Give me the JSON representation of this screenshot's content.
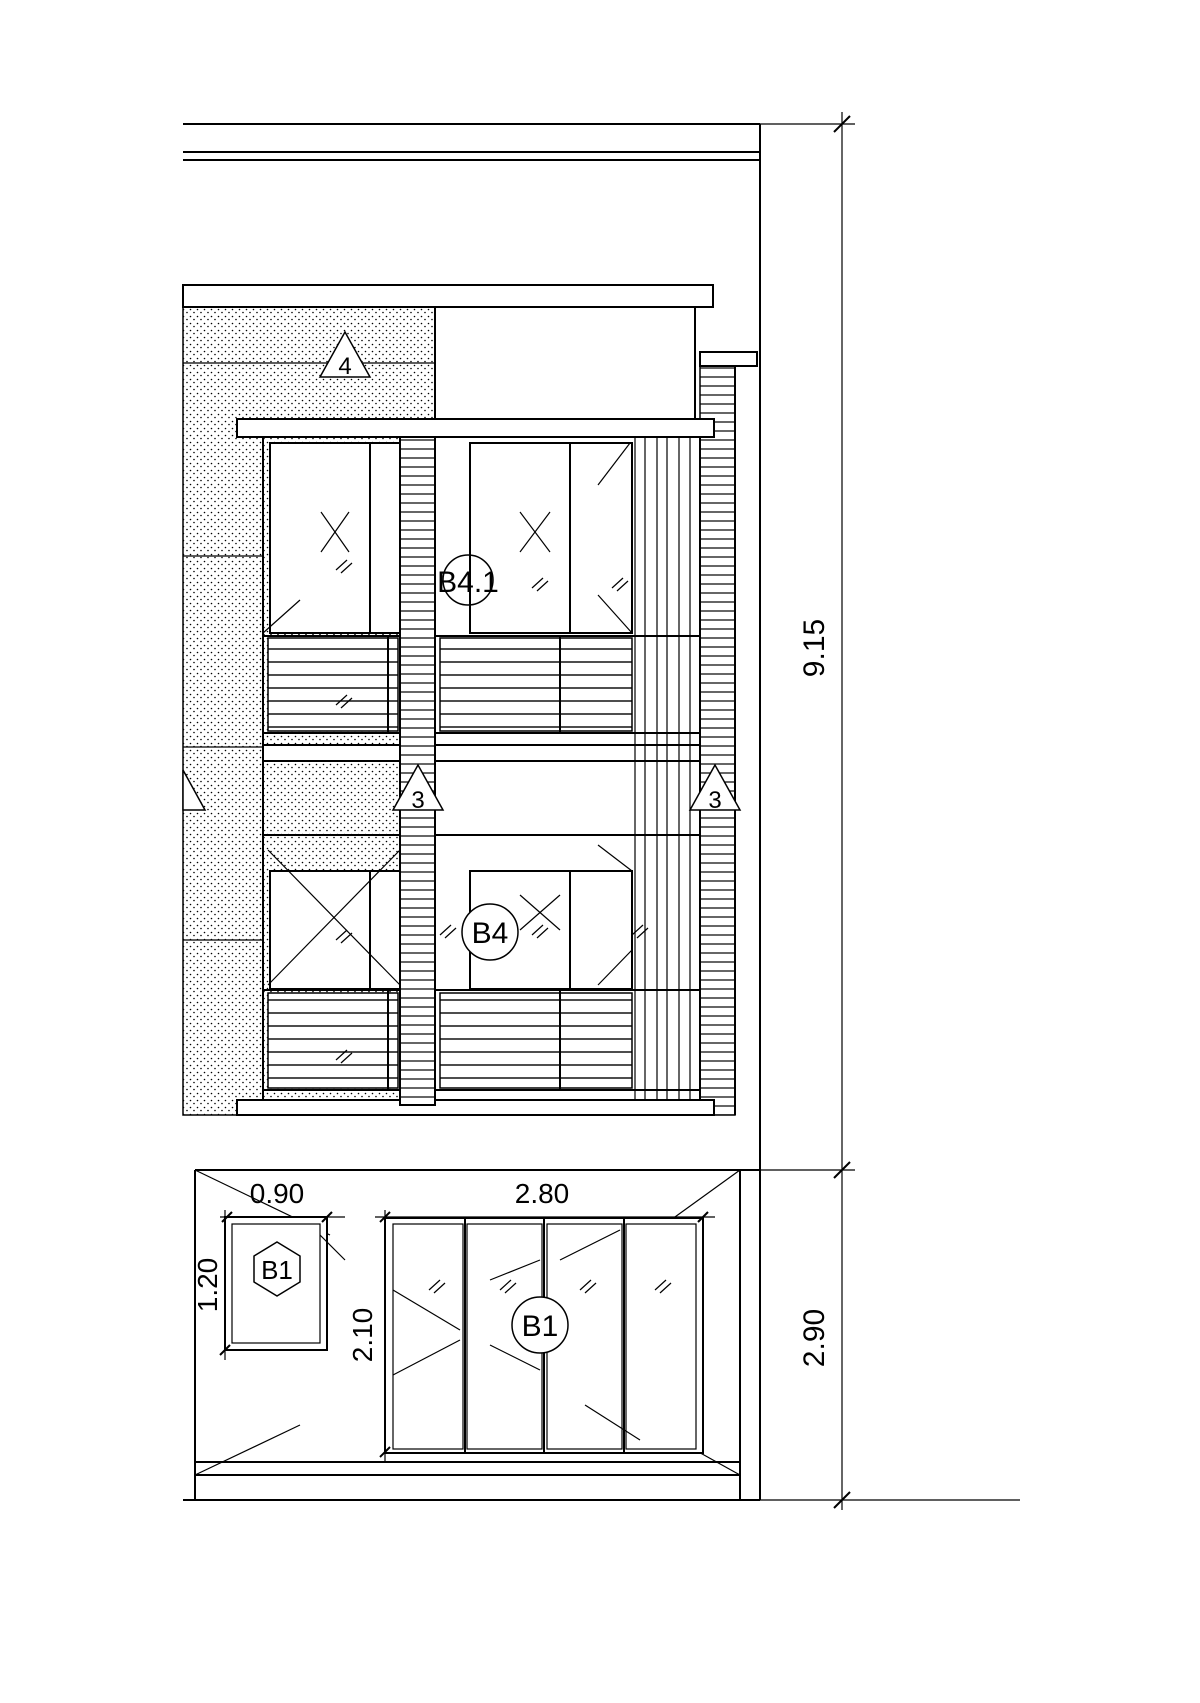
{
  "dimensions": {
    "total_height": "9.15",
    "ground_height": "2.90",
    "window_width": "0.90",
    "window_height": "1.20",
    "door_width": "2.80",
    "door_height": "2.10"
  },
  "tags": {
    "upper_window_tag": "B4.1",
    "lower_window_tag": "B4",
    "door_tag": "B1",
    "small_window_tag": "B1",
    "material_tag_top": "4",
    "material_tag_mid_center": "3",
    "material_tag_mid_right": "3"
  },
  "colors": {
    "line": "#000000",
    "paper": "#ffffff"
  }
}
